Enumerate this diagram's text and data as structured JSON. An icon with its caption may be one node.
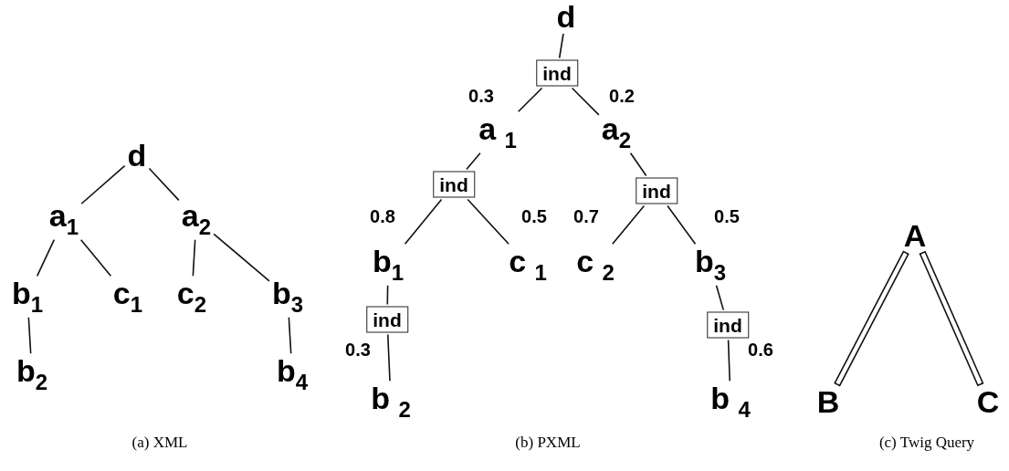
{
  "diagram": {
    "nodes": [
      {
        "text": [
          "d"
        ]
      },
      {
        "text": [
          "a$_{1}$"
        ]
      },
      {
        "text": [
          "a$_{2}$"
        ]
      },
      {
        "text": [
          "b$_{1}$"
        ]
      },
      {
        "text": [
          "c$_{1}$"
        ]
      },
      {
        "text": [
          "c$_{2}$"
        ]
      },
      {
        "text": [
          "b$_{3}$"
        ]
      },
      {
        "text": [
          "b$_{2}$"
        ]
      },
      {
        "text": [
          "b$_{4}$"
        ]
      },
      {
        "text": [
          "d"
        ]
      },
      {
        "text": [
          "ind"
        ]
      },
      {
        "text": [
          "a $_{1}$"
        ]
      },
      {
        "text": [
          "a$_{2}$"
        ]
      },
      {
        "text": [
          "ind"
        ]
      },
      {
        "text": [
          "ind"
        ]
      },
      {
        "text": [
          "b$_{1}$"
        ]
      },
      {
        "text": [
          "c $_{1}$"
        ]
      },
      {
        "text": [
          "c $_{2}$"
        ]
      },
      {
        "text": [
          "b$_{3}$"
        ]
      },
      {
        "text": [
          "ind"
        ]
      },
      {
        "text": [
          "ind"
        ]
      },
      {
        "text": [
          "b $_{2}$"
        ]
      },
      {
        "text": [
          "b $_{4}$"
        ]
      },
      {
        "text": [
          "A"
        ]
      },
      {
        "text": [
          "B"
        ]
      },
      {
        "text": [
          "C"
        ]
      }
    ],
    "edges": [
      {
        "from": 0,
        "to": 1,
        "arrow": "none"
      },
      {
        "from": 0,
        "to": 2,
        "arrow": "none"
      },
      {
        "from": 1,
        "to": 3,
        "arrow": "none"
      },
      {
        "from": 1,
        "to": 4,
        "arrow": "none"
      },
      {
        "from": 2,
        "to": 5,
        "arrow": "none"
      },
      {
        "from": 2,
        "to": 6,
        "arrow": "none"
      },
      {
        "from": 3,
        "to": 7,
        "arrow": "none"
      },
      {
        "from": 6,
        "to": 8,
        "arrow": "none"
      },
      {
        "from": 9,
        "to": 10,
        "arrow": "none"
      },
      {
        "from": 10,
        "to": 11,
        "arrow": "none",
        "label": "0.3"
      },
      {
        "from": 10,
        "to": 12,
        "arrow": "none",
        "label": "0.2"
      },
      {
        "from": 11,
        "to": 13,
        "arrow": "none"
      },
      {
        "from": 12,
        "to": 14,
        "arrow": "none"
      },
      {
        "from": 13,
        "to": 15,
        "arrow": "none",
        "label": "0.8"
      },
      {
        "from": 13,
        "to": 16,
        "arrow": "none",
        "label": "0.5"
      },
      {
        "from": 14,
        "to": 17,
        "arrow": "none",
        "label": "0.7"
      },
      {
        "from": 14,
        "to": 18,
        "arrow": "none",
        "label": "0.5"
      },
      {
        "from": 15,
        "to": 19,
        "arrow": "none"
      },
      {
        "from": 18,
        "to": 20,
        "arrow": "none"
      },
      {
        "from": 19,
        "to": 21,
        "arrow": "none",
        "label": "0.3"
      },
      {
        "from": 20,
        "to": 22,
        "arrow": "none",
        "label": "0.6"
      },
      {
        "from": 23,
        "to": 24,
        "arrow": "none"
      },
      {
        "from": 23,
        "to": 25,
        "arrow": "none"
      }
    ],
    "labels": [
      "(a) XML",
      "(b) PXML",
      "(c) Twig Query"
    ]
  }
}
